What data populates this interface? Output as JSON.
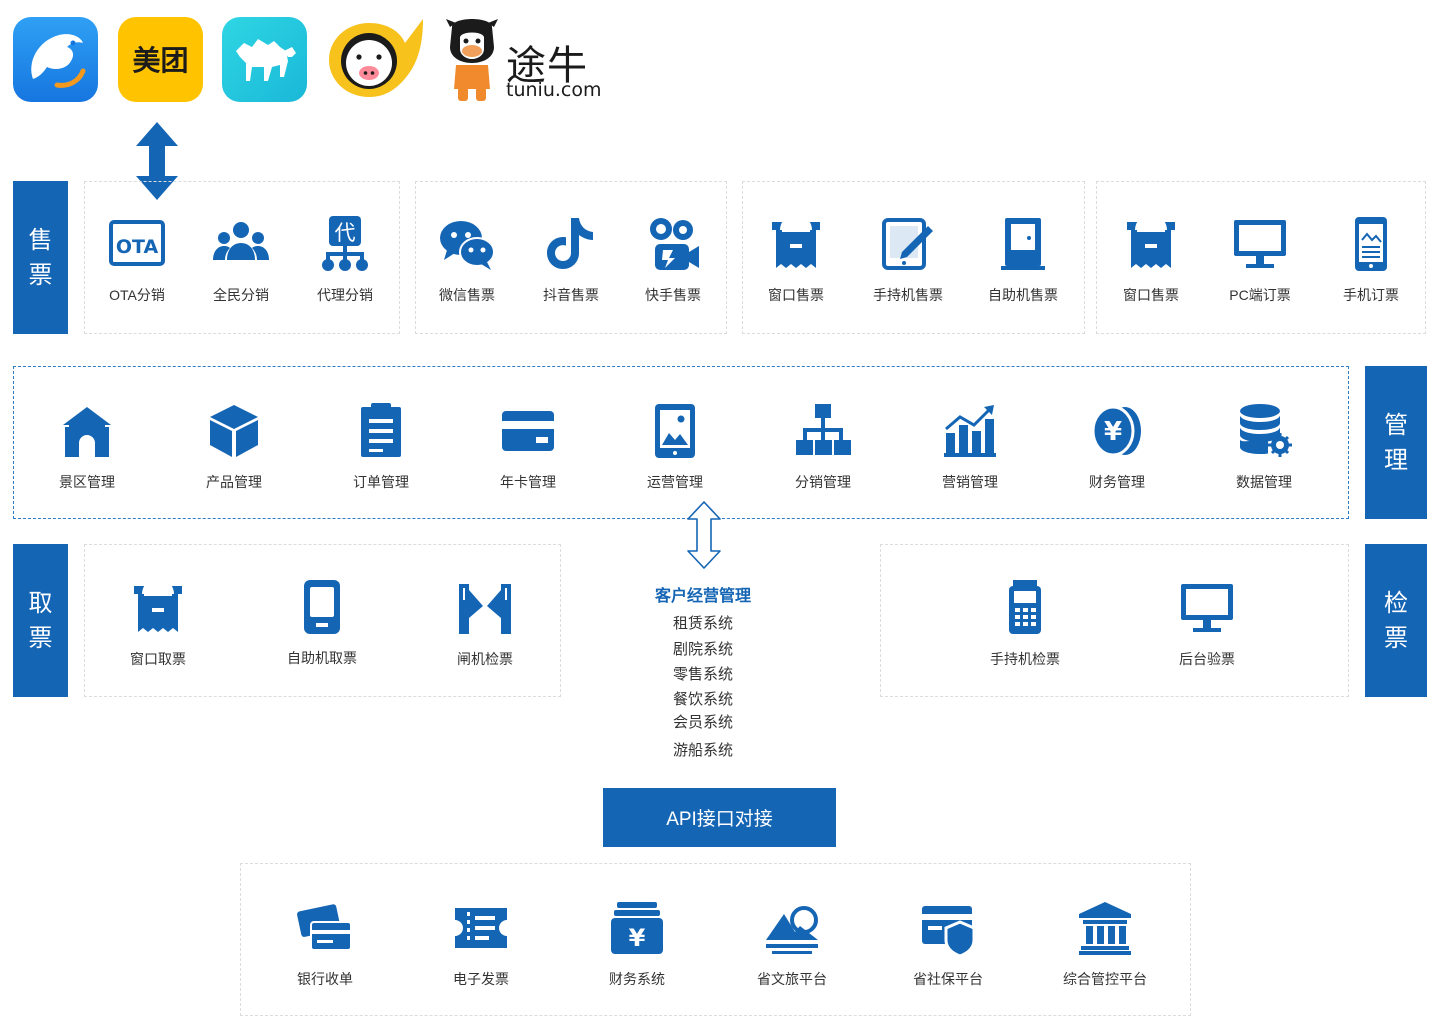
{
  "partners": {
    "meituan_text": "美团",
    "tuniu_name": "途牛",
    "tuniu_domain": "tuniu.com"
  },
  "tabs": {
    "sell": [
      "售",
      "票"
    ],
    "manage": [
      "管",
      "理"
    ],
    "pickup": [
      "取",
      "票"
    ],
    "check": [
      "检",
      "票"
    ]
  },
  "sell_groups": [
    {
      "items": [
        {
          "label": "OTA分销",
          "icon": "ota-icon"
        },
        {
          "label": "全民分销",
          "icon": "people-icon"
        },
        {
          "label": "代理分销",
          "icon": "agent-icon"
        }
      ]
    },
    {
      "items": [
        {
          "label": "微信售票",
          "icon": "wechat-icon"
        },
        {
          "label": "抖音售票",
          "icon": "douyin-icon"
        },
        {
          "label": "快手售票",
          "icon": "kuaishou-icon"
        }
      ]
    },
    {
      "items": [
        {
          "label": "窗口售票",
          "icon": "ticket-window-icon"
        },
        {
          "label": "手持机售票",
          "icon": "handheld-pen-icon"
        },
        {
          "label": "自助机售票",
          "icon": "kiosk-icon"
        }
      ]
    },
    {
      "items": [
        {
          "label": "窗口售票",
          "icon": "ticket-window-icon"
        },
        {
          "label": "PC端订票",
          "icon": "monitor-icon"
        },
        {
          "label": "手机订票",
          "icon": "mobile-icon"
        }
      ]
    }
  ],
  "manage_items": [
    {
      "label": "景区管理",
      "icon": "scenic-gate-icon"
    },
    {
      "label": "产品管理",
      "icon": "cube-icon"
    },
    {
      "label": "订单管理",
      "icon": "clipboard-icon"
    },
    {
      "label": "年卡管理",
      "icon": "card-icon"
    },
    {
      "label": "运营管理",
      "icon": "tablet-image-icon"
    },
    {
      "label": "分销管理",
      "icon": "hierarchy-icon"
    },
    {
      "label": "营销管理",
      "icon": "chart-growth-icon"
    },
    {
      "label": "财务管理",
      "icon": "yuan-coin-icon"
    },
    {
      "label": "数据管理",
      "icon": "database-gear-icon"
    }
  ],
  "pickup_items": [
    {
      "label": "窗口取票",
      "icon": "ticket-window-icon"
    },
    {
      "label": "自助机取票",
      "icon": "self-service-terminal-icon"
    },
    {
      "label": "闸机检票",
      "icon": "turnstile-icon"
    }
  ],
  "check_items": [
    {
      "label": "手持机检票",
      "icon": "handheld-scanner-icon"
    },
    {
      "label": "后台验票",
      "icon": "monitor-icon"
    }
  ],
  "customer_mgmt": {
    "title": "客户经营管理",
    "systems": [
      "租赁系统",
      "剧院系统",
      "零售系统",
      "餐饮系统",
      "会员系统",
      "游船系统"
    ]
  },
  "api_label": "API接口对接",
  "integration_items": [
    {
      "label": "银行收单",
      "icon": "bank-card-icon"
    },
    {
      "label": "电子发票",
      "icon": "invoice-icon"
    },
    {
      "label": "财务系统",
      "icon": "finance-wallet-icon"
    },
    {
      "label": "省文旅平台",
      "icon": "landscape-icon"
    },
    {
      "label": "省社保平台",
      "icon": "shield-card-icon"
    },
    {
      "label": "综合管控平台",
      "icon": "institution-icon"
    }
  ]
}
